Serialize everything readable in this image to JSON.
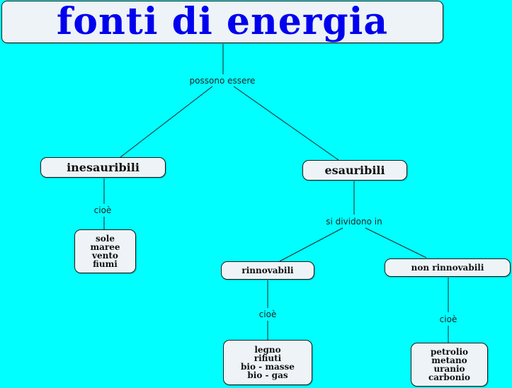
{
  "title": "fonti di energia",
  "links": {
    "possono_essere": "possono essere",
    "cioe_1": "cioè",
    "si_dividono_in": "si dividono in",
    "cioe_2": "cioè",
    "cioe_3": "cioè"
  },
  "nodes": {
    "inesauribili": "inesauribili",
    "esauribili": "esauribili",
    "rinnovabili": "rinnovabili",
    "non_rinnovabili": "non rinnovabili",
    "inesauribili_examples": [
      "sole",
      "maree",
      "vento",
      "fiumi"
    ],
    "rinnovabili_examples": [
      "legno",
      "rifiuti",
      "bio - masse",
      "bio - gas"
    ],
    "non_rinnovabili_examples": [
      "petrolio",
      "metano",
      "uranio",
      "carbonio"
    ]
  },
  "colors": {
    "background": "#00FFFF",
    "title": "#0000EE",
    "node_fill": "#EDF3F6"
  }
}
